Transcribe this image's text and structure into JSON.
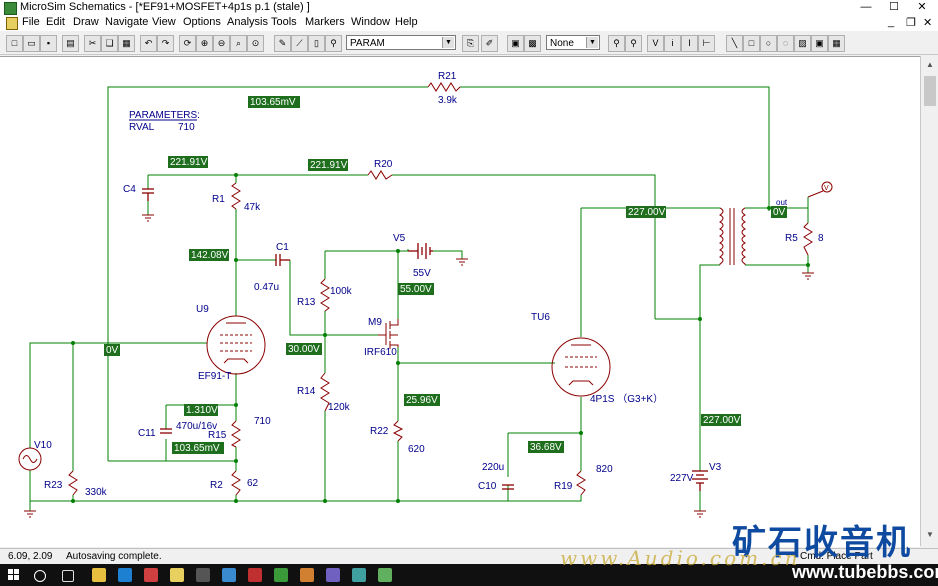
{
  "window": {
    "title": "MicroSim Schematics - [*EF91+MOSFET+4p1s  p.1 (stale)  ]",
    "min": "—",
    "max": "☐",
    "close": "✕"
  },
  "menus": [
    "File",
    "Edit",
    "Draw",
    "Navigate",
    "View",
    "Options",
    "Analysis",
    "Tools",
    "Markers",
    "Window",
    "Help"
  ],
  "toolbar": {
    "part_combo": "PARAM",
    "none_combo": "None"
  },
  "schematic": {
    "params_title": "PARAMETERS:",
    "params_name": "RVAL",
    "params_value": "710",
    "voltages": {
      "v103_top": "103.65mV",
      "v221_left": "221.91V",
      "v221_mid": "221.91V",
      "v142": "142.08V",
      "v227_a": "227.00V",
      "v0_out": "0V",
      "v55": "55.00V",
      "v0_left": "0V",
      "v30": "30.00V",
      "v1310": "1.310V",
      "v103_bot": "103.65mV",
      "v2596": "25.96V",
      "v3668": "36.68V",
      "v227_b": "227.00V"
    },
    "labels": {
      "R21": "R21",
      "R21v": "3.9k",
      "R20": "R20",
      "C4": "C4",
      "R1": "R1",
      "R1v": "47k",
      "C1": "C1",
      "C1v": "0.47u",
      "V5": "V5",
      "V5v": "55V",
      "R13": "R13",
      "R13v": "100k",
      "M9": "M9",
      "M9v": "IRF610",
      "U9": "U9",
      "U9v": "EF91-T",
      "R14": "R14",
      "R14v": "120k",
      "C11": "C11",
      "C11v": "470u/16v",
      "R15": "R15",
      "R15v": "710",
      "R2": "R2",
      "R2v": "62",
      "V10": "V10",
      "R23": "R23",
      "R23v": "330k",
      "R22": "R22",
      "R22v": "620",
      "TU6": "TU6",
      "TU6v": "4P1S （G3+K）",
      "C10": "C10",
      "C10v": "220u",
      "R19": "R19",
      "R19v": "820",
      "V3": "V3",
      "V3v": "227V",
      "R5": "R5",
      "R5v": "8",
      "out": "out",
      "probe": "V"
    }
  },
  "status": {
    "coords": "6.09,   2.09",
    "message": "Autosaving complete.",
    "cmd": "Cmd: Place Part"
  },
  "watermark": {
    "cn": "矿石收音机",
    "url": "www.Audio.com.cn",
    "url2": "www.tubebbs.com"
  },
  "colors": {
    "wire": "#008000",
    "part": "#8b0000",
    "label_bg": "#1e6e1e",
    "text": "#00008b"
  }
}
